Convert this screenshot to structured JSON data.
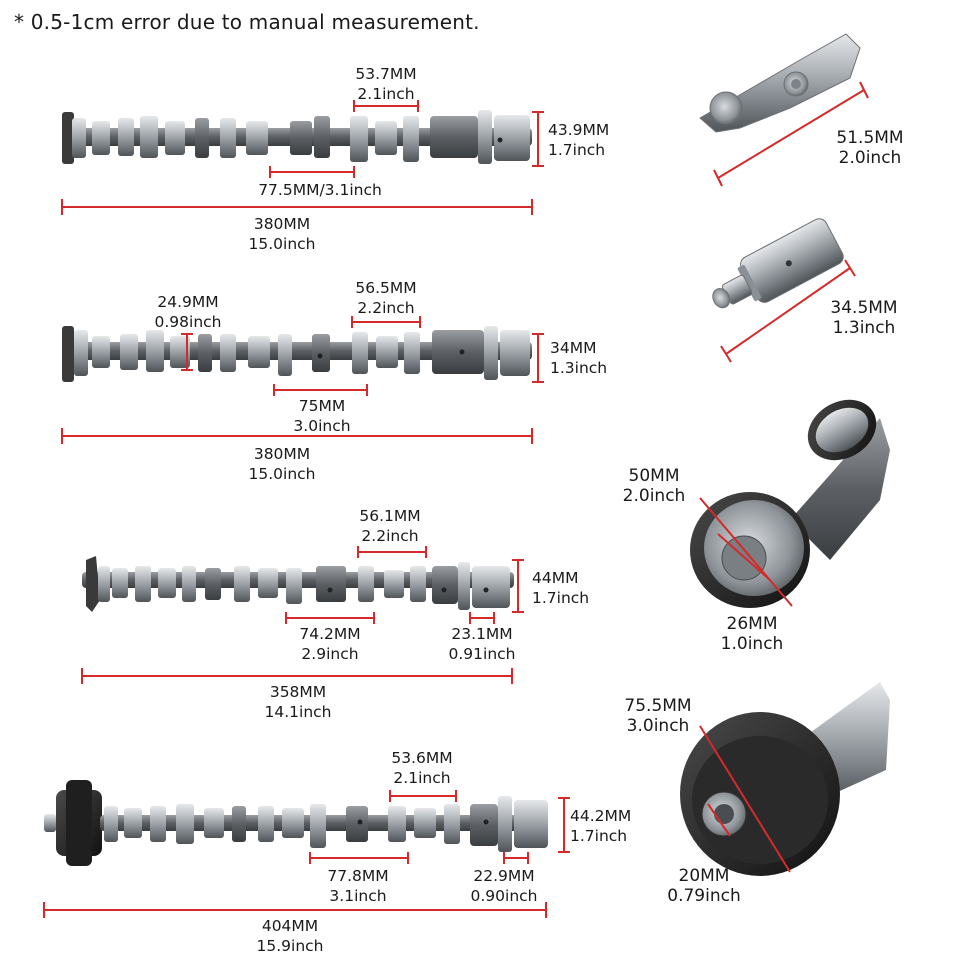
{
  "note": "* 0.5-1cm error due to manual measurement.",
  "camshafts": [
    {
      "lobe_spacing": {
        "mm": "53.7MM",
        "inch": "2.1inch"
      },
      "end_diameter": {
        "mm": "43.9MM",
        "inch": "1.7inch"
      },
      "journal_spacing": {
        "text": "77.5MM/3.1inch"
      },
      "overall_length": {
        "mm": "380MM",
        "inch": "15.0inch"
      }
    },
    {
      "lobe_width": {
        "mm": "24.9MM",
        "inch": "0.98inch"
      },
      "lobe_spacing": {
        "mm": "56.5MM",
        "inch": "2.2inch"
      },
      "end_diameter": {
        "mm": "34MM",
        "inch": "1.3inch"
      },
      "journal_spacing": {
        "mm": "75MM",
        "inch": "3.0inch"
      },
      "overall_length": {
        "mm": "380MM",
        "inch": "15.0inch"
      }
    },
    {
      "lobe_spacing": {
        "mm": "56.1MM",
        "inch": "2.2inch"
      },
      "end_diameter": {
        "mm": "44MM",
        "inch": "1.7inch"
      },
      "journal_spacing": {
        "mm": "74.2MM",
        "inch": "2.9inch"
      },
      "end_length": {
        "mm": "23.1MM",
        "inch": "0.91inch"
      },
      "overall_length": {
        "mm": "358MM",
        "inch": "14.1inch"
      }
    },
    {
      "lobe_spacing": {
        "mm": "53.6MM",
        "inch": "2.1inch"
      },
      "end_diameter": {
        "mm": "44.2MM",
        "inch": "1.7inch"
      },
      "journal_spacing": {
        "mm": "77.8MM",
        "inch": "3.1inch"
      },
      "end_length": {
        "mm": "22.9MM",
        "inch": "0.90inch"
      },
      "overall_length": {
        "mm": "404MM",
        "inch": "15.9inch"
      }
    }
  ],
  "parts": {
    "rocker_arm": {
      "mm": "51.5MM",
      "inch": "2.0inch"
    },
    "lifter": {
      "mm": "34.5MM",
      "inch": "1.3inch"
    },
    "sprocket_end": {
      "outer_mm": "50MM",
      "outer_inch": "2.0inch",
      "inner_mm": "26MM",
      "inner_inch": "1.0inch"
    },
    "phaser_end": {
      "outer_mm": "75.5MM",
      "outer_inch": "3.0inch",
      "inner_mm": "20MM",
      "inner_inch": "0.79inch"
    }
  },
  "colors": {
    "dimension": "#d42a2a",
    "metal": "#9aa0a6",
    "dark": "#2b2b2b"
  }
}
